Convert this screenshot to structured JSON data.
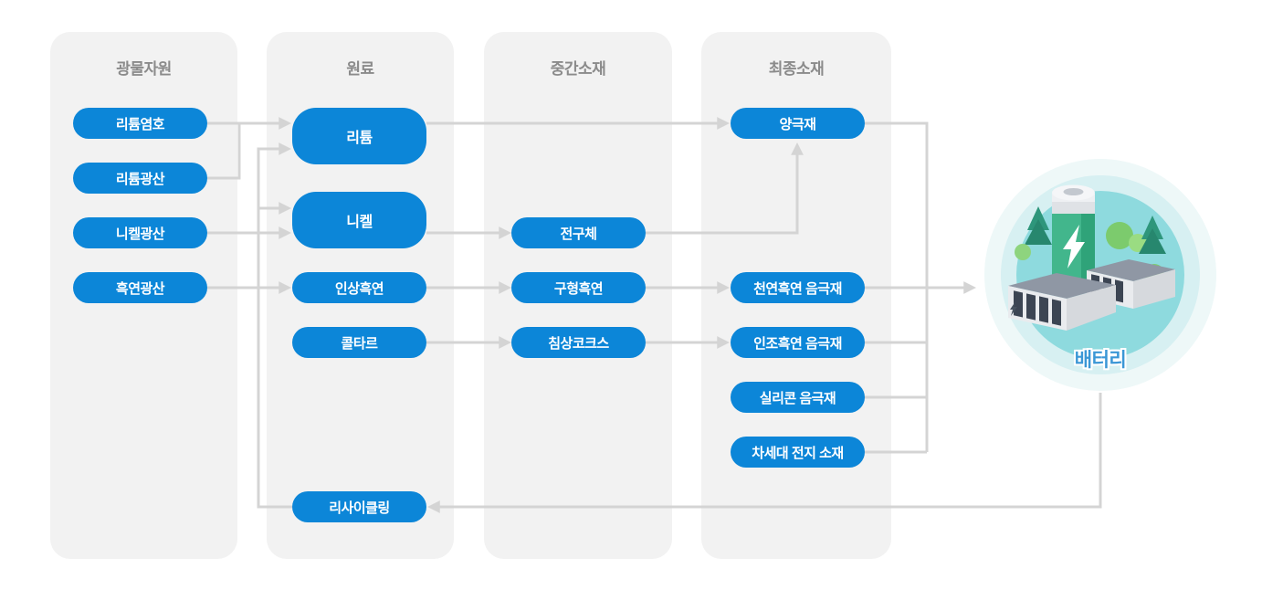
{
  "columns": [
    {
      "title": "광물자원",
      "items": [
        "리튬염호",
        "리튬광산",
        "니켈광산",
        "흑연광산"
      ]
    },
    {
      "title": "원료",
      "items": [
        "리튬",
        "니켈",
        "인상흑연",
        "콜타르",
        "리사이클링"
      ]
    },
    {
      "title": "중간소재",
      "items": [
        "전구체",
        "구형흑연",
        "침상코크스"
      ]
    },
    {
      "title": "최종소재",
      "items": [
        "양극재",
        "천연흑연 음극재",
        "인조흑연 음극재",
        "실리콘 음극재",
        "차세대 전지 소재"
      ]
    }
  ],
  "battery": {
    "label": "배터리"
  },
  "colors": {
    "node_blue": "#0c86d8",
    "column_bg": "#f2f2f2",
    "title_gray": "#8b8b8b",
    "line_gray": "#d4d4d4",
    "battery_circle_outer": "#eef8f8",
    "battery_circle_mid": "#d7f0f2",
    "battery_circle_inner": "#8edade",
    "battery_green": "#42b68c",
    "battery_label_blue": "#3b97d6"
  }
}
